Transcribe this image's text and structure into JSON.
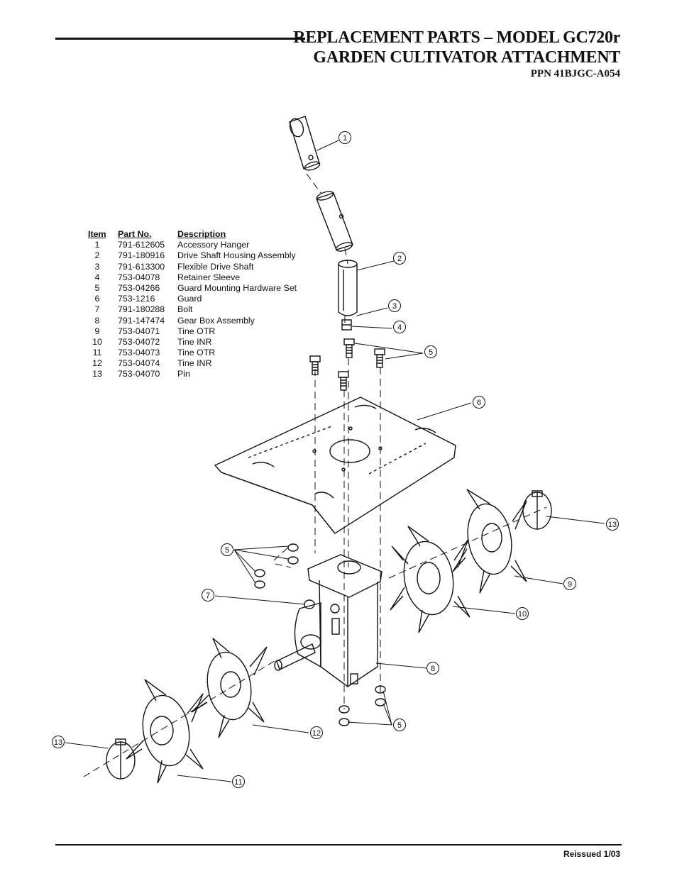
{
  "header": {
    "title_line1": "REPLACEMENT PARTS – MODEL GC720r",
    "title_line2": "GARDEN CULTIVATOR ATTACHMENT",
    "ppn": "PPN 41BJGC-A054"
  },
  "parts_table": {
    "headers": {
      "item": "Item",
      "part_no": "Part No.",
      "description": "Description"
    },
    "rows": [
      {
        "item": "1",
        "part_no": "791-612605",
        "description": "Accessory Hanger"
      },
      {
        "item": "2",
        "part_no": "791-180916",
        "description": "Drive Shaft Housing Assembly"
      },
      {
        "item": "3",
        "part_no": "791-613300",
        "description": "Flexible Drive Shaft"
      },
      {
        "item": "4",
        "part_no": "753-04078",
        "description": "Retainer Sleeve"
      },
      {
        "item": "5",
        "part_no": "753-04266",
        "description": "Guard Mounting Hardware Set"
      },
      {
        "item": "6",
        "part_no": "753-1216",
        "description": "Guard"
      },
      {
        "item": "7",
        "part_no": "791-180288",
        "description": "Bolt"
      },
      {
        "item": "8",
        "part_no": "791-147474",
        "description": "Gear Box Assembly"
      },
      {
        "item": "9",
        "part_no": "753-04071",
        "description": "Tine OTR"
      },
      {
        "item": "10",
        "part_no": "753-04072",
        "description": "Tine INR"
      },
      {
        "item": "11",
        "part_no": "753-04073",
        "description": "Tine OTR"
      },
      {
        "item": "12",
        "part_no": "753-04074",
        "description": "Tine INR"
      },
      {
        "item": "13",
        "part_no": "753-04070",
        "description": "Pin"
      }
    ]
  },
  "callouts": [
    "1",
    "2",
    "3",
    "4",
    "5",
    "6",
    "13",
    "5",
    "9",
    "7",
    "10",
    "8",
    "12",
    "5",
    "13",
    "11"
  ],
  "footer": {
    "note": "Reissued 1/03"
  }
}
